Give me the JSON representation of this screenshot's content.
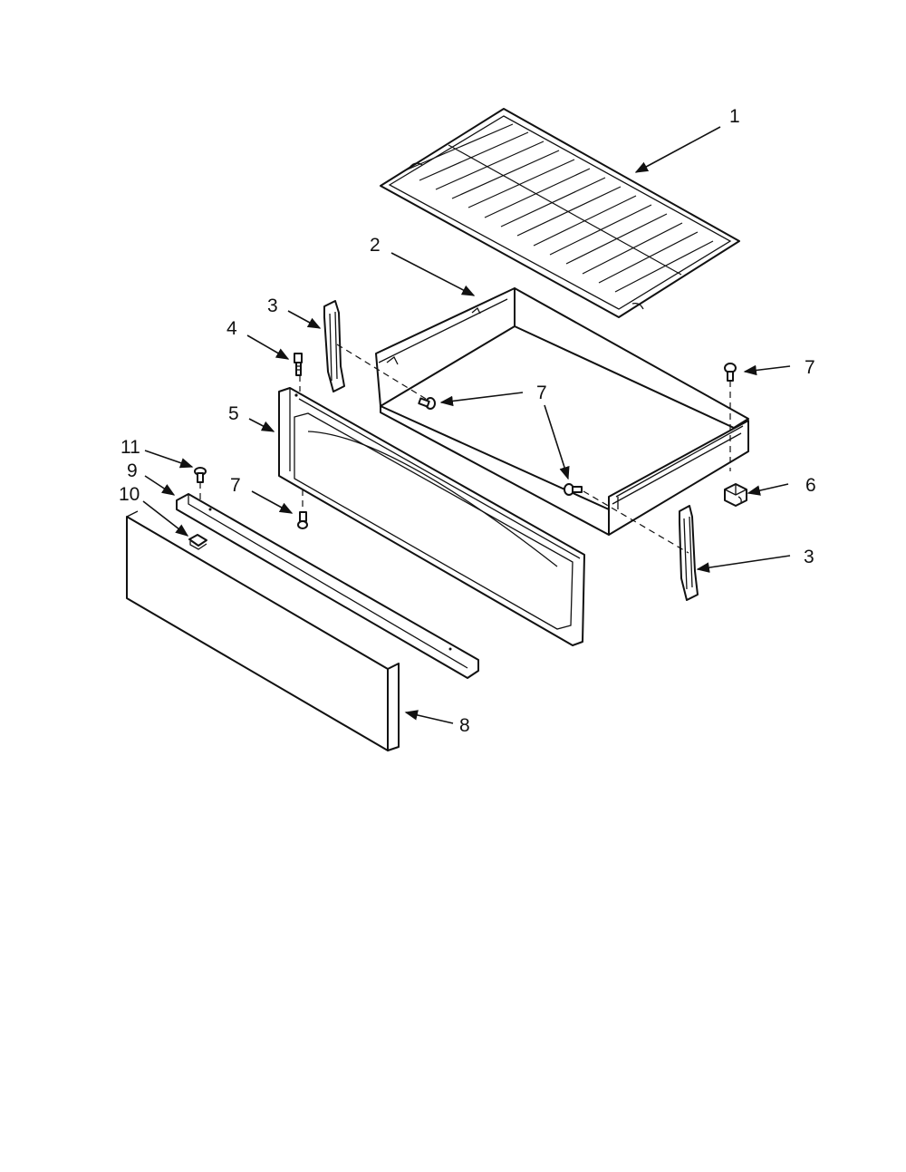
{
  "callouts": [
    {
      "id": "c1",
      "label": "1"
    },
    {
      "id": "c2",
      "label": "2"
    },
    {
      "id": "c3a",
      "label": "3"
    },
    {
      "id": "c3b",
      "label": "3"
    },
    {
      "id": "c4",
      "label": "4"
    },
    {
      "id": "c5",
      "label": "5"
    },
    {
      "id": "c6",
      "label": "6"
    },
    {
      "id": "c7a",
      "label": "7"
    },
    {
      "id": "c7b",
      "label": "7"
    },
    {
      "id": "c7c",
      "label": "7"
    },
    {
      "id": "c8",
      "label": "8"
    },
    {
      "id": "c9",
      "label": "9"
    },
    {
      "id": "c10",
      "label": "10"
    },
    {
      "id": "c11",
      "label": "11"
    }
  ],
  "colors": {
    "line": "#111111",
    "background": "#ffffff"
  }
}
